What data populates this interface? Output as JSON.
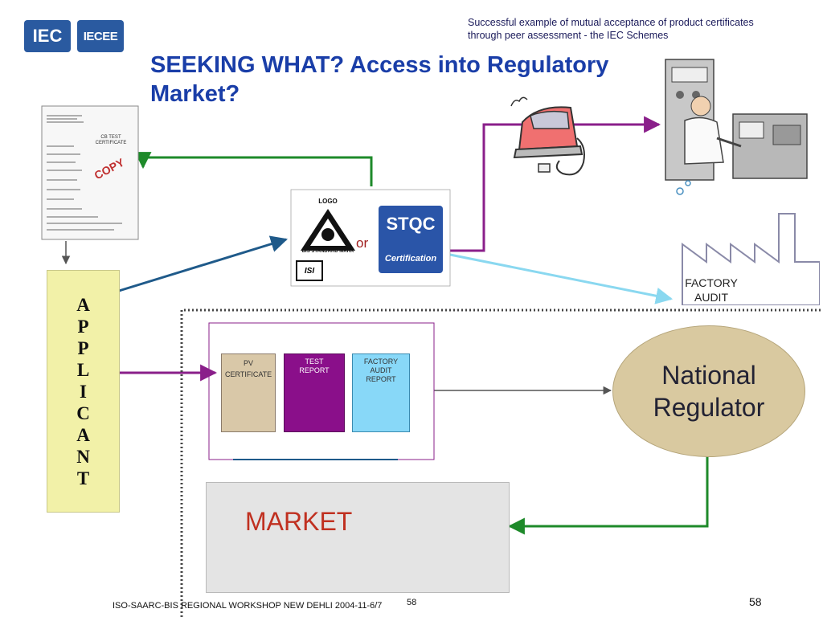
{
  "header": {
    "logo_iec": "IEC",
    "logo_iecee": "IECEE",
    "subtitle_line1": "Successful example of mutual acceptance of product certificates",
    "subtitle_line2": "through peer assessment - the IEC Schemes",
    "title": "SEEKING WHAT? Access into Regulatory Market?"
  },
  "certificate": {
    "heading": "CB TEST CERTIFICATE",
    "stamp": "COPY"
  },
  "marks": {
    "logo_label": "LOGO",
    "bis_label": "BIS STANDARD MARK",
    "isi": "ISI",
    "stqc_top": "STQC",
    "stqc_bottom": "Certification",
    "or": "or"
  },
  "applicant_letters": [
    "A",
    "P",
    "P",
    "L",
    "I",
    "C",
    "A",
    "N",
    "T"
  ],
  "documents": {
    "pv": "PV CERTIFICATE",
    "test": "TEST REPORT",
    "factory": "FACTORY AUDIT REPORT"
  },
  "factory_audit": "FACTORY AUDIT",
  "national_regulator": "National Regulator",
  "market": "MARKET",
  "footer": {
    "left": "ISO-SAARC-BIS REGIONAL WORKSHOP NEW DEHLI 2004-11-6/7",
    "mid": "58",
    "right": "58"
  },
  "colors": {
    "title": "#1a3ea8",
    "purple_arrow": "#8a1f8a",
    "green_arrow": "#1e8a2a",
    "blue_arrow": "#1f5a8a",
    "light_blue_arrow": "#8ad8f0",
    "pv_fill": "#d9c8a8",
    "test_fill": "#8a0f8a",
    "factory_fill": "#88d8f8",
    "applicant_fill": "#f2f1a8",
    "regulator_fill": "#d9c9a0"
  }
}
